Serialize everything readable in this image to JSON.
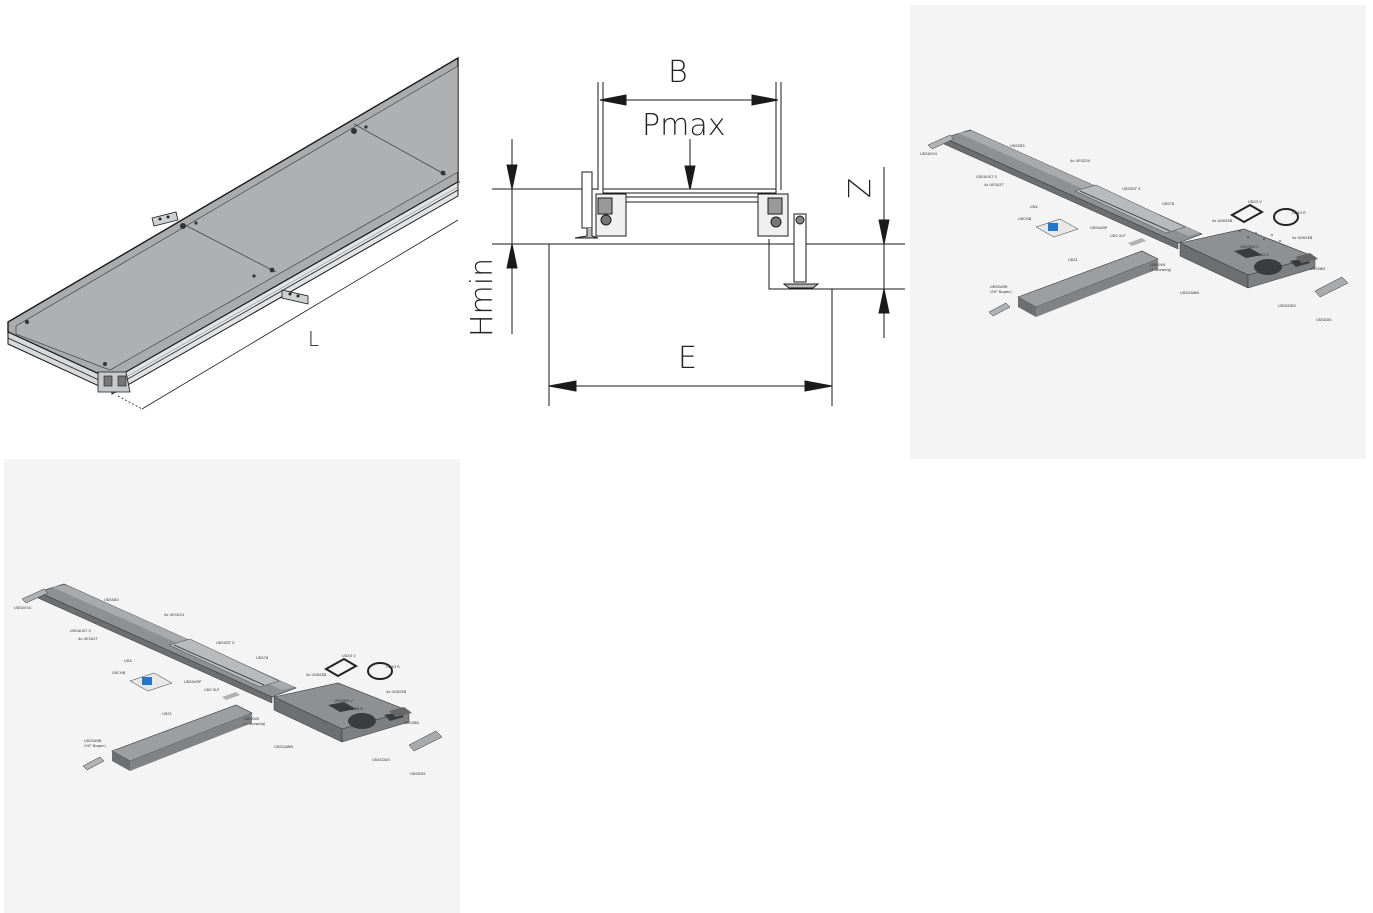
{
  "isometric_view": {
    "length_label": "L"
  },
  "cross_section": {
    "labels": {
      "width": "B",
      "load": "Pmax",
      "height_offset": "Z",
      "min_height": "Hmin",
      "span": "E"
    }
  },
  "exploded_view": {
    "callouts": [
      "UDSX034",
      "UDSSB3",
      "4x UESD24",
      "UDSAUS7 S",
      "4x UESA2T",
      "UDSSDT S",
      "UDS78",
      "UDX",
      "UDCHB",
      "UDSSARP",
      "UDX3 V",
      "UDX3 R",
      "4x UDKSEB",
      "4x UDKSEB",
      "UDSSRD V",
      "UDS SLP",
      "UDSSAD R",
      "UDS1",
      "UDSSVN",
      "(1 Abzweig)",
      "UDSSBD",
      "UDSSARB",
      "(90° Bogen)",
      "UDSGAWN",
      "UDSSDDS",
      "UDSDDS"
    ]
  },
  "colors": {
    "line": "#1a1a1a",
    "panel_grey": "#9a9c9e",
    "panel_light": "#c4c6c8",
    "background_light": "#f4f4f4",
    "accent_blue": "#1f78c8"
  }
}
